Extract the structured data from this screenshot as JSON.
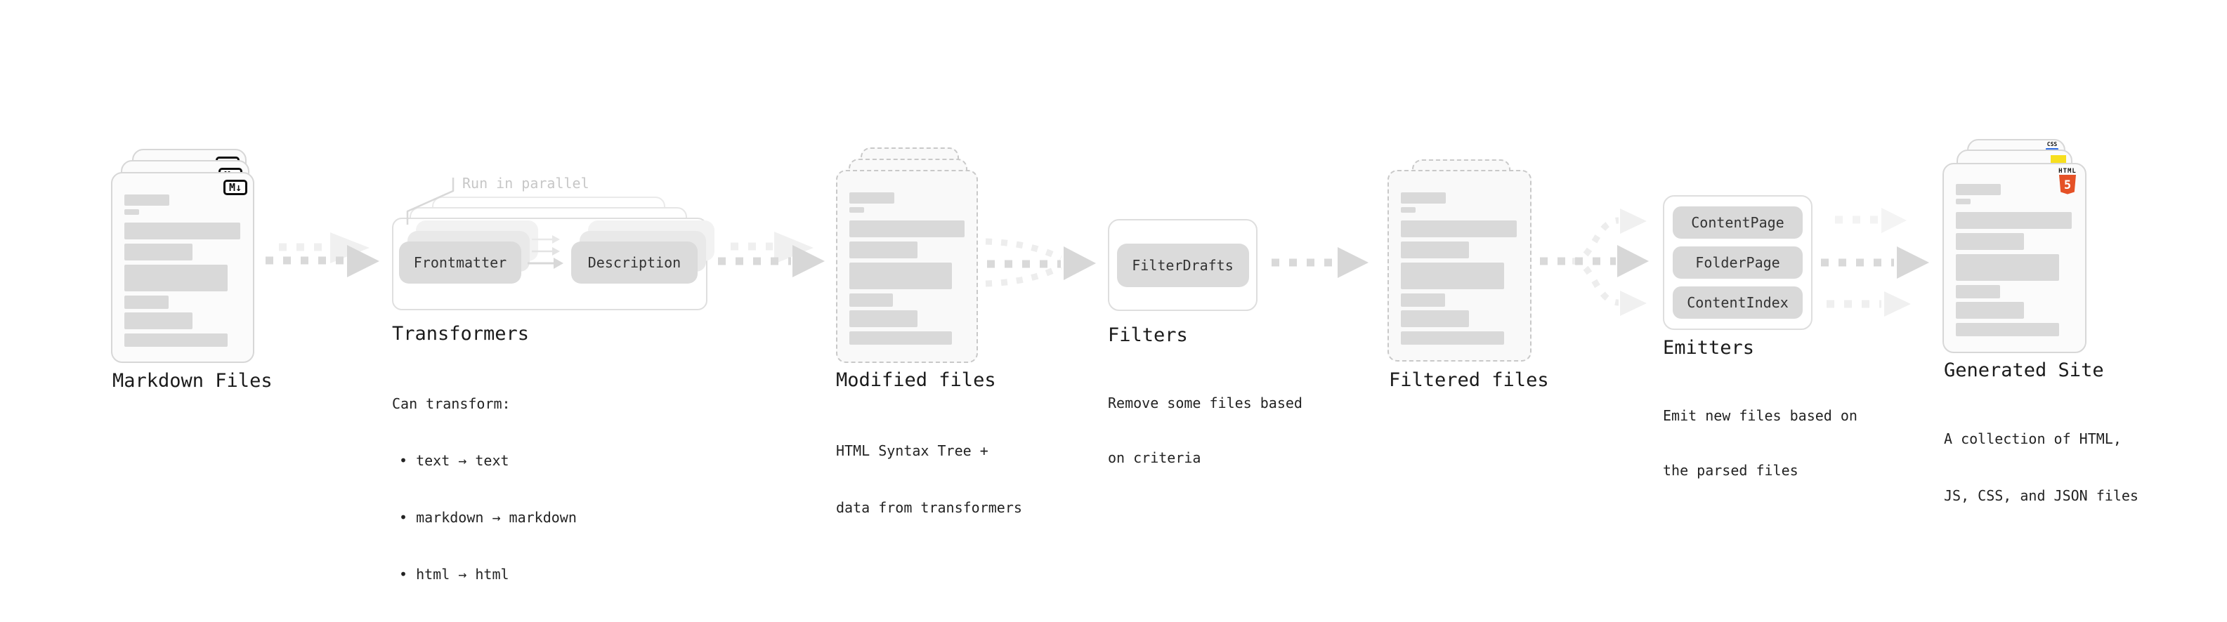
{
  "diagram": {
    "stages": {
      "markdown_files": {
        "label": "Markdown Files",
        "badge": "M↓"
      },
      "transformers": {
        "title": "Transformers",
        "annotation": "Run in parallel",
        "pill_frontmatter": "Frontmatter",
        "pill_description": "Description",
        "body": {
          "intro": "Can transform:",
          "bullets": [
            "• text → text",
            "• markdown → markdown",
            "• html → html"
          ]
        }
      },
      "modified_files": {
        "label": "Modified files",
        "body_lines": [
          "HTML Syntax Tree +",
          "data from transformers"
        ]
      },
      "filters": {
        "title": "Filters",
        "pill": "FilterDrafts",
        "body_lines": [
          "Remove some files based",
          "on criteria"
        ]
      },
      "filtered_files": {
        "label": "Filtered files"
      },
      "emitters": {
        "title": "Emitters",
        "pills": [
          "ContentPage",
          "FolderPage",
          "ContentIndex"
        ],
        "body_lines": [
          "Emit new files based on",
          "the parsed files"
        ]
      },
      "generated_site": {
        "label": "Generated Site",
        "body_lines": [
          "A collection of HTML,",
          "JS, CSS, and JSON files"
        ],
        "file_badges": {
          "css_label": "CSS",
          "html_label": "HTML",
          "html_number": "5"
        }
      }
    },
    "colors": {
      "accent_js": "#f7df1e",
      "accent_html_shield": "#e55126",
      "accent_css_underline": "#2d6ae3",
      "badge_ink": "#0d0d0d",
      "placeholder_bar": "#d9d9d9",
      "arrow": "#d9d9d9",
      "arrow_faint": "#efefef",
      "annotation_gray": "#c7c7c7"
    }
  }
}
